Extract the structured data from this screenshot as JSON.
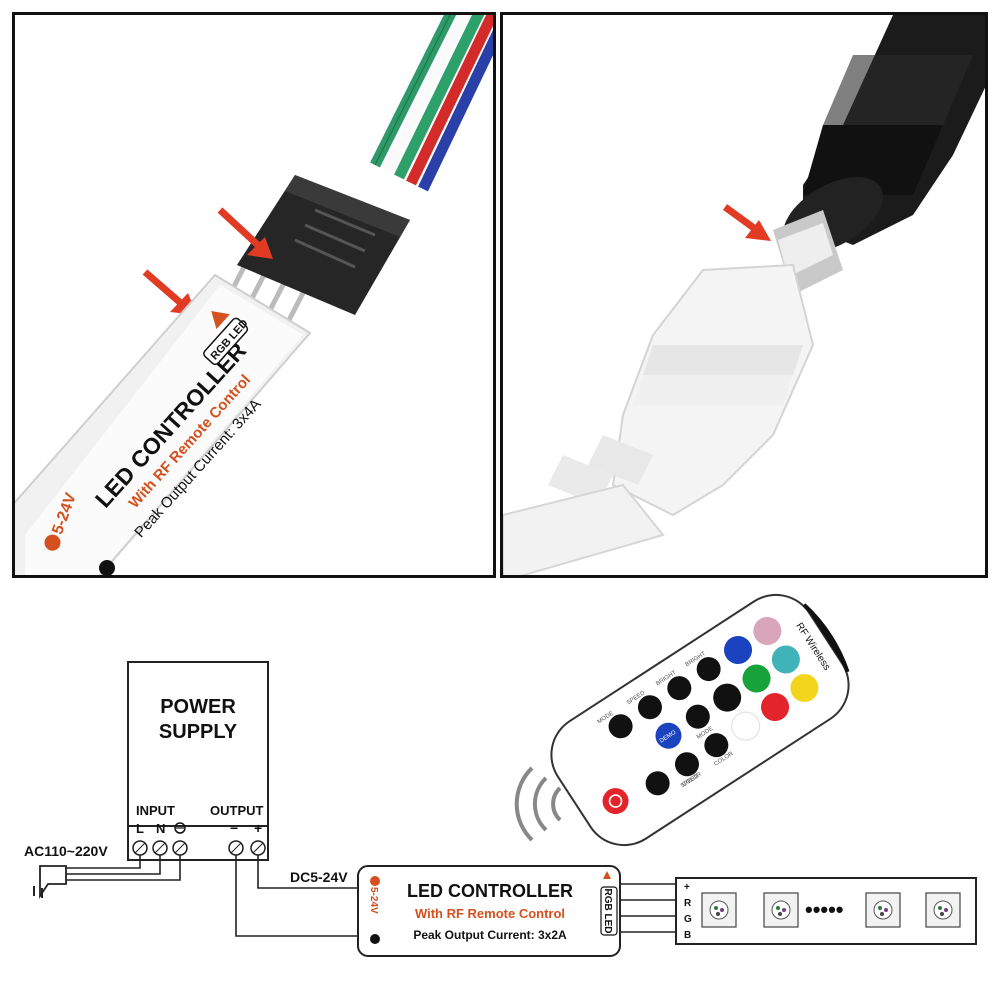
{
  "photo_left": {
    "controller_title": "LED CONTROLLER",
    "controller_subtitle": "With RF Remote Control",
    "controller_current": "Peak Output Current: 3x4A",
    "voltage": "5-24V",
    "badge": "RGB LED"
  },
  "photo_right": {},
  "power_supply": {
    "title_line1": "POWER",
    "title_line2": "SUPPLY",
    "input_label": "INPUT",
    "output_label": "OUTPUT",
    "terminal_L": "L",
    "terminal_N": "N",
    "terminal_minus": "−",
    "terminal_plus": "+"
  },
  "ac_label": "AC110~220V",
  "dc_label": "DC5-24V",
  "controller": {
    "title": "LED CONTROLLER",
    "subtitle": "With RF Remote Control",
    "current": "Peak Output Current: 3x2A",
    "voltage": "5-24V",
    "badge": "RGB LED"
  },
  "strip": {
    "pins": [
      "+",
      "R",
      "G",
      "B"
    ],
    "dots": "•••••"
  },
  "remote": {
    "brand": "RF Wireless",
    "buttons": [
      "BRIGHT",
      "BRIGHT",
      "SPEED",
      "SPEED",
      "MODE",
      "MODE",
      "DEMO",
      "COLOR",
      "COLOR"
    ]
  },
  "colors": {
    "accent": "#e23b23",
    "controller_red": "#d4501e"
  }
}
